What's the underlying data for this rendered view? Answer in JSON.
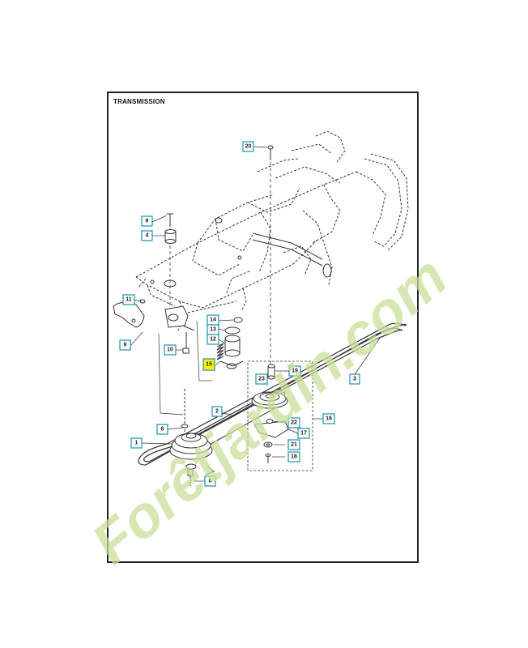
{
  "title": "TRANSMISSION",
  "watermark": {
    "text": "Forêtjardin.com",
    "color": "#c9df9a"
  },
  "colors": {
    "callout_border": "#1e8fb0",
    "highlight": "#fff200"
  },
  "callouts": [
    {
      "id": "20",
      "label": "20"
    },
    {
      "id": "9a",
      "label": "9"
    },
    {
      "id": "4",
      "label": "4"
    },
    {
      "id": "11",
      "label": "11"
    },
    {
      "id": "9b",
      "label": "9"
    },
    {
      "id": "14",
      "label": "14"
    },
    {
      "id": "13",
      "label": "13"
    },
    {
      "id": "12",
      "label": "12"
    },
    {
      "id": "10",
      "label": "10"
    },
    {
      "id": "15",
      "label": "15",
      "highlight": true
    },
    {
      "id": "19",
      "label": "19"
    },
    {
      "id": "23",
      "label": "23"
    },
    {
      "id": "3",
      "label": "3"
    },
    {
      "id": "2",
      "label": "2"
    },
    {
      "id": "16",
      "label": "16"
    },
    {
      "id": "22",
      "label": "22"
    },
    {
      "id": "17",
      "label": "17"
    },
    {
      "id": "6",
      "label": "6"
    },
    {
      "id": "1",
      "label": "1"
    },
    {
      "id": "21",
      "label": "21"
    },
    {
      "id": "18",
      "label": "18"
    },
    {
      "id": "8",
      "label": "8"
    }
  ]
}
